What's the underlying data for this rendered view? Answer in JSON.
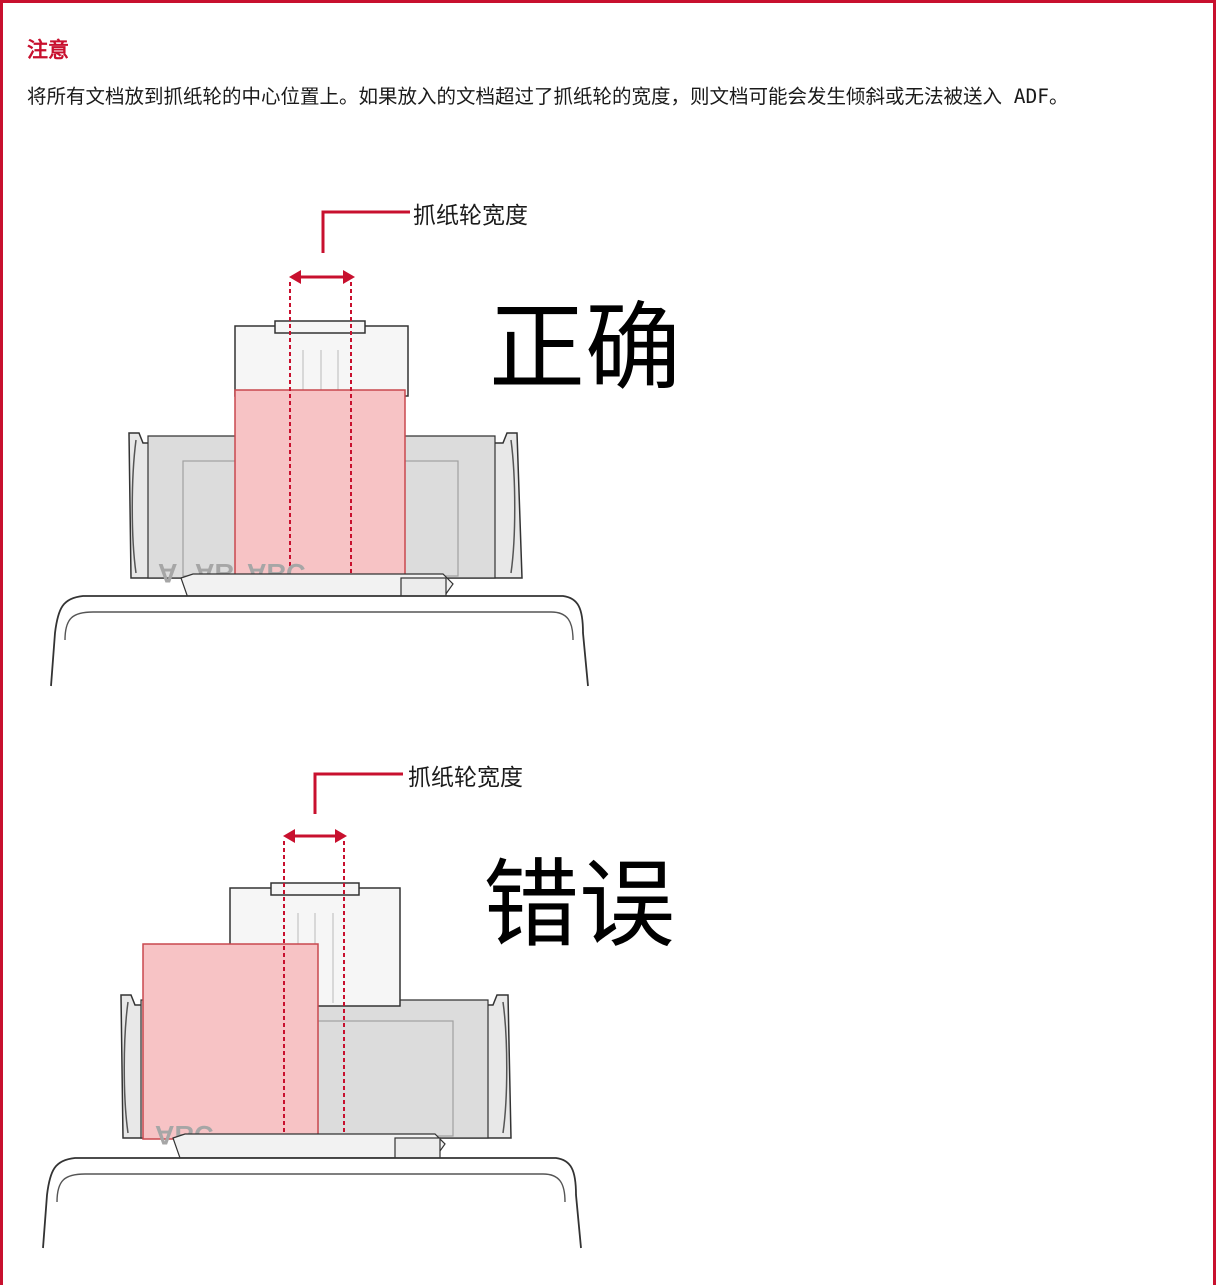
{
  "note": {
    "title": "注意",
    "body": "将所有文档放到抓纸轮的中心位置上。如果放入的文档超过了抓纸轮的宽度，则文档可能会发生倾斜或无法被送入 ADF。"
  },
  "figures": [
    {
      "roller_width_label": "抓纸轮宽度",
      "verdict": "正确",
      "document_marks": [
        "A",
        "AB",
        "ABC"
      ]
    },
    {
      "roller_width_label": "抓纸轮宽度",
      "verdict": "错误",
      "document_marks": [
        "ABC"
      ]
    }
  ],
  "colors": {
    "accent": "#c8102e",
    "document_fill": "#f7c3c5",
    "document_stroke": "#c9484f",
    "scanner_gray": "#dcdcdc"
  }
}
